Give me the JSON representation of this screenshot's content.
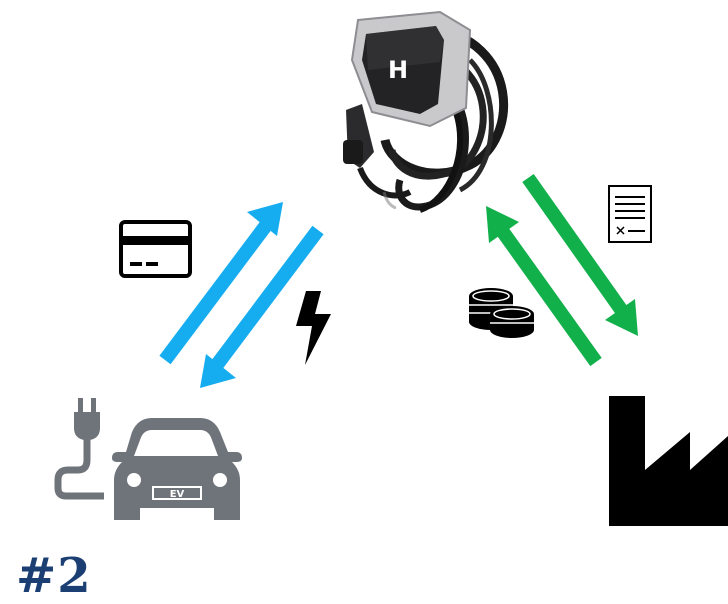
{
  "step_label": "#2",
  "ev_badge": "EV",
  "charger_logo": "H",
  "colors": {
    "ev_charger_arrows": "#15adef",
    "charger_grid_arrows": "#12b04b",
    "car_icon": "#6f737a",
    "icons_dark": "#000000",
    "step_label": "#1c3f73"
  },
  "icons": [
    "wallbox-charger-icon",
    "credit-card-icon",
    "lightning-bolt-icon",
    "coins-icon",
    "invoice-icon",
    "electric-car-icon",
    "factory-icon"
  ]
}
